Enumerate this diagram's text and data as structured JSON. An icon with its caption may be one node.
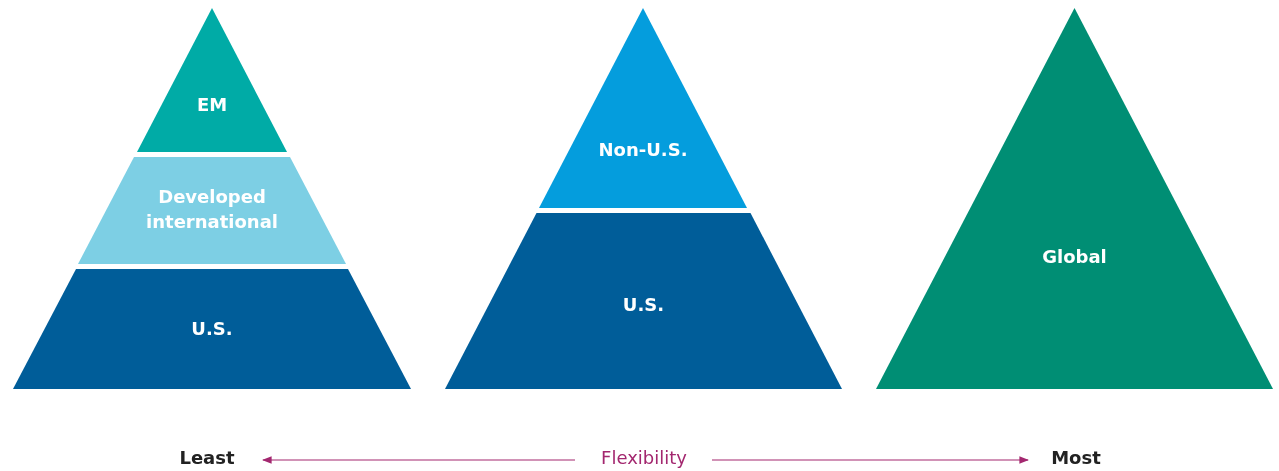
{
  "diagram": {
    "nodes": [
      {
        "text": [
          "EM"
        ]
      },
      {
        "text": [
          "Developed international"
        ]
      },
      {
        "text": [
          "U.S."
        ]
      },
      {
        "text": [
          "Non-U.S."
        ]
      },
      {
        "text": [
          "U.S."
        ]
      },
      {
        "text": [
          "Global"
        ]
      }
    ],
    "labels": [
      "Least",
      "Flexibility",
      "Most"
    ]
  }
}
